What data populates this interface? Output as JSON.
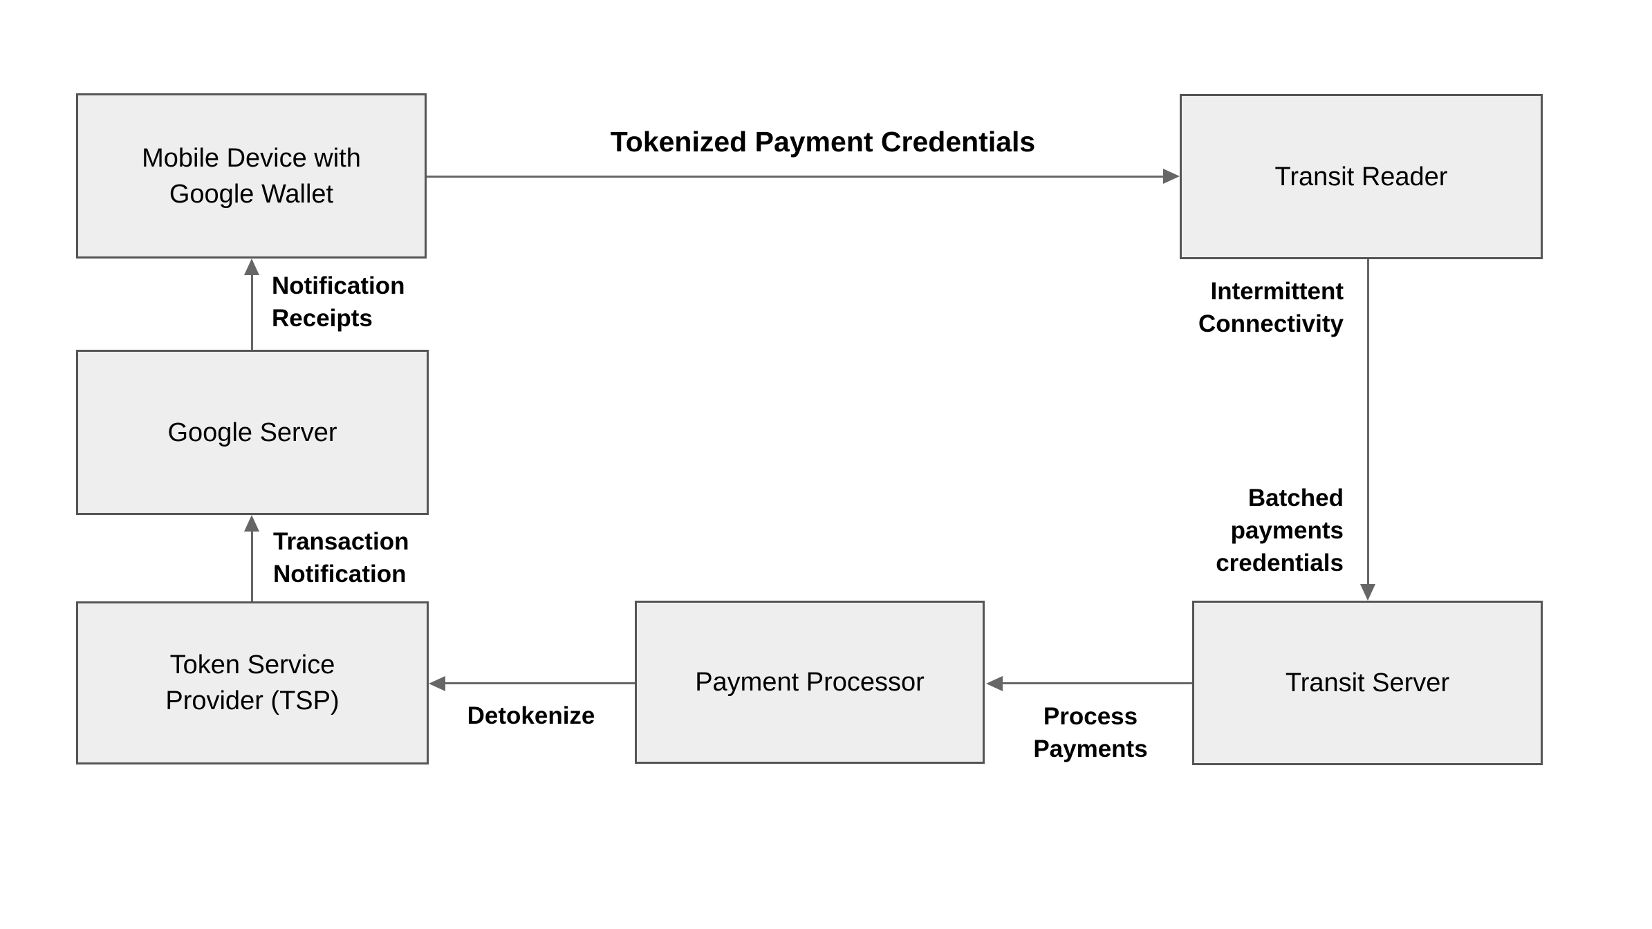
{
  "colors": {
    "background": "#ffffff",
    "node_fill": "#eeeeee",
    "node_border": "#555555",
    "arrow_color": "#666666",
    "text_color": "#000000"
  },
  "nodes": [
    {
      "id": "mobile-device",
      "label": [
        "Mobile Device with",
        "Google Wallet"
      ]
    },
    {
      "id": "transit-reader",
      "label": [
        "Transit Reader"
      ]
    },
    {
      "id": "google-server",
      "label": [
        "Google Server"
      ]
    },
    {
      "id": "token-service-provider",
      "label": [
        "Token Service",
        "Provider (TSP)"
      ]
    },
    {
      "id": "payment-processor",
      "label": [
        "Payment Processor"
      ]
    },
    {
      "id": "transit-server",
      "label": [
        "Transit Server"
      ]
    }
  ],
  "edges": [
    {
      "from": "mobile-device",
      "to": "transit-reader",
      "direction": "right",
      "labels": [
        [
          "Tokenized Payment Credentials"
        ]
      ]
    },
    {
      "from": "transit-reader",
      "to": "transit-server",
      "direction": "down",
      "labels": [
        [
          "Intermittent",
          "Connectivity"
        ],
        [
          "Batched",
          "payments",
          "credentials"
        ]
      ]
    },
    {
      "from": "transit-server",
      "to": "payment-processor",
      "direction": "left",
      "labels": [
        [
          "Process",
          "Payments"
        ]
      ]
    },
    {
      "from": "payment-processor",
      "to": "token-service-provider",
      "direction": "left",
      "labels": [
        [
          "Detokenize"
        ]
      ]
    },
    {
      "from": "token-service-provider",
      "to": "google-server",
      "direction": "up",
      "labels": [
        [
          "Transaction",
          "Notification"
        ]
      ]
    },
    {
      "from": "google-server",
      "to": "mobile-device",
      "direction": "up",
      "labels": [
        [
          "Notification",
          "Receipts"
        ]
      ]
    }
  ]
}
